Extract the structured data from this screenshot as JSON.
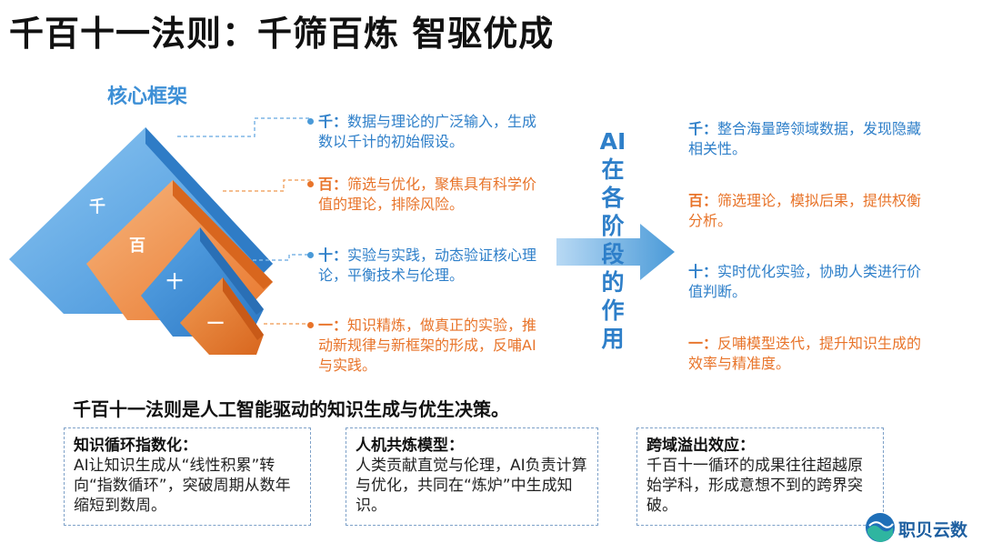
{
  "title": "千百十一法则：千筛百炼 智驱优成",
  "core_label": "核心框架",
  "pyramid": {
    "qian": "千",
    "bai": "百",
    "shi": "十",
    "yi": "一"
  },
  "stages": [
    {
      "key": "千：",
      "text": "数据与理论的广泛输入，生成数以千计的初始假设。"
    },
    {
      "key": "百：",
      "text": "筛选与优化，聚焦具有科学价值的理论，排除风险。"
    },
    {
      "key": "十：",
      "text": "实验与实践，动态验证核心理论，平衡技术与伦理。"
    },
    {
      "key": "一：",
      "text": "知识精炼，做真正的实验，推动新规律与新框架的形成，反哺AI与实践。"
    }
  ],
  "ai_role_label": [
    "AI",
    "在",
    "各",
    "阶",
    "段",
    "的",
    "作",
    "用"
  ],
  "ai_roles": [
    {
      "key": "千：",
      "text": "整合海量跨领域数据，发现隐藏相关性。"
    },
    {
      "key": "百：",
      "text": "筛选理论，模拟后果，提供权衡分析。"
    },
    {
      "key": "十：",
      "text": "实时优化实验，协助人类进行价值判断。"
    },
    {
      "key": "一：",
      "text": "反哺模型迭代，提升知识生成的效率与精准度。"
    }
  ],
  "summary": "千百十一法则是人工智能驱动的知识生成与优生决策。",
  "boxes": [
    {
      "title": "知识循环指数化：",
      "body": "AI让知识生成从“线性积累”转向“指数循环”，突破周期从数年缩短到数周。"
    },
    {
      "title": "人机共炼模型：",
      "body": "人类贡献直觉与伦理，AI负责计算与优化，共同在“炼炉”中生成知识。"
    },
    {
      "title": "跨域溢出效应：",
      "body": "千百十一循环的成果往往超越原始学科，形成意想不到的跨界突破。"
    }
  ],
  "logo_text": "职贝云数",
  "colors": {
    "blue": "#2e7fc9",
    "orange": "#e8742a",
    "pyramid_blue": "#4f9ee0",
    "pyramid_orange": "#f08a3c"
  }
}
